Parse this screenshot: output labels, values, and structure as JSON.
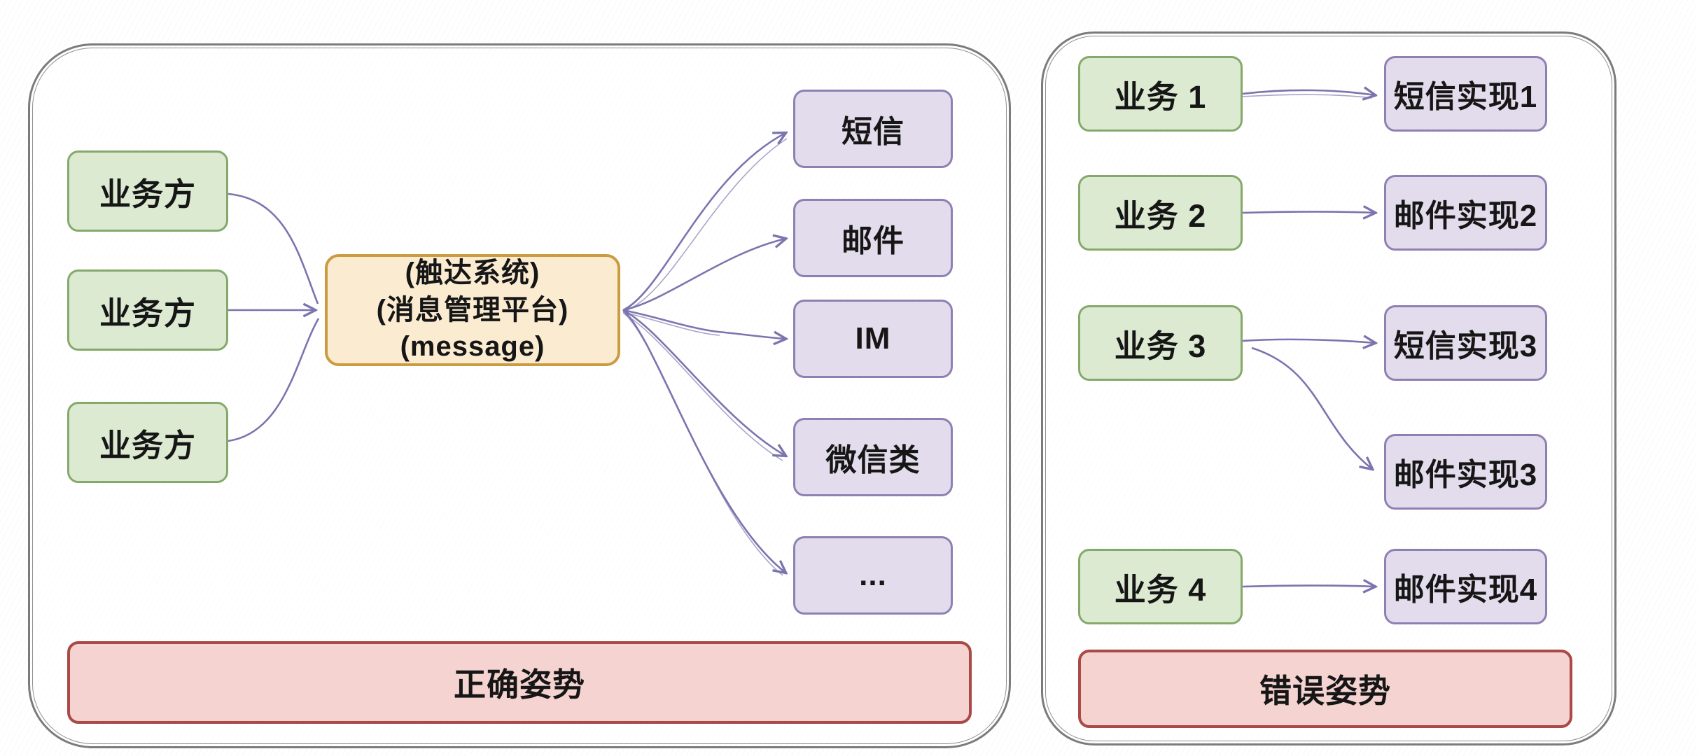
{
  "correct": {
    "banner_label": "正确姿势",
    "sources": [
      {
        "label": "业务方"
      },
      {
        "label": "业务方"
      },
      {
        "label": "业务方"
      }
    ],
    "platform": {
      "line1": "(触达系统)",
      "line2": "(消息管理平台)",
      "line3": "(message)"
    },
    "channels": [
      {
        "label": "短信"
      },
      {
        "label": "邮件"
      },
      {
        "label": "IM"
      },
      {
        "label": "微信类"
      },
      {
        "label": "..."
      }
    ]
  },
  "wrong": {
    "banner_label": "错误姿势",
    "services": [
      {
        "label": "业务 1"
      },
      {
        "label": "业务 2"
      },
      {
        "label": "业务 3"
      },
      {
        "label": "业务 4"
      }
    ],
    "impls": [
      {
        "label": "短信实现1"
      },
      {
        "label": "邮件实现2"
      },
      {
        "label": "短信实现3"
      },
      {
        "label": "邮件实现3"
      },
      {
        "label": "邮件实现4"
      }
    ]
  },
  "colors": {
    "green_fill": "#dcead2",
    "green_border": "#85a96b",
    "purple_fill": "#e3dcec",
    "purple_border": "#8f80b3",
    "orange_fill": "#fbecd1",
    "orange_border": "#ca9b41",
    "red_fill": "#f4d3d0",
    "red_border": "#aa4945",
    "arrow": "#7b74ae",
    "panel_border": "#7b7b7b"
  }
}
